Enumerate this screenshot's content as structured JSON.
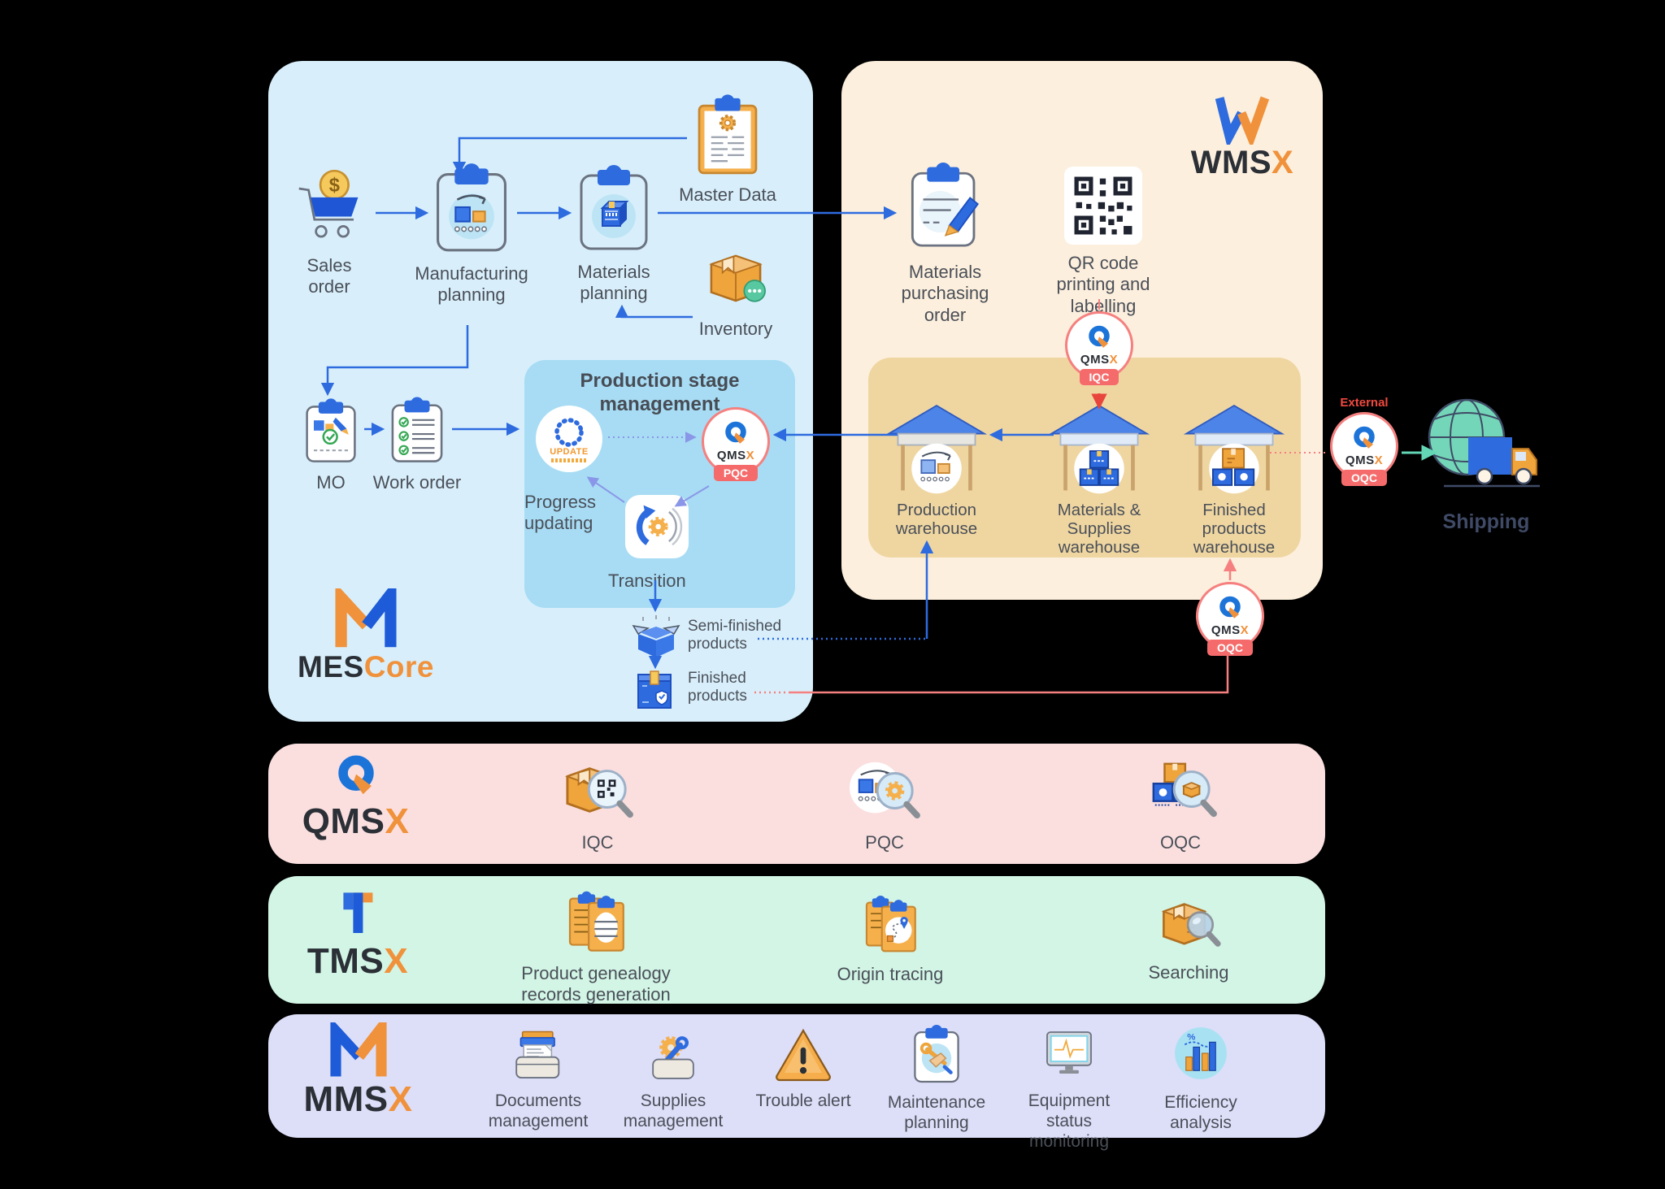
{
  "colors": {
    "accent_blue": "#2E6BDF",
    "accent_orange": "#F0913B",
    "salmon": "#F5807F",
    "alert_red": "#E8453C",
    "teal": "#6FD8BA",
    "mescore_bg": "#D8EFFB",
    "stage_bg": "#A7DCF4",
    "wmsx_bg": "#FCEFDD",
    "warehouse_bg": "#EFD6A1",
    "qmsx_row_bg": "#FBDFDF",
    "tmsx_row_bg": "#D2F5E5",
    "mmsx_row_bg": "#DDDEF8"
  },
  "mescore": {
    "logo": {
      "part1": "MES",
      "part2": "Core"
    },
    "sales_order": "Sales order",
    "manufacturing_planning": "Manufacturing planning",
    "materials_planning": "Materials planning",
    "master_data": "Master Data",
    "inventory": "Inventory",
    "mo": "MO",
    "work_order": "Work order",
    "production_stage": {
      "title": "Production stage management",
      "progress_updating": "Progress updating",
      "update_label": "UPDATE",
      "transition": "Transition"
    },
    "semi_finished_products": "Semi-finished products",
    "finished_products": "Finished products"
  },
  "wmsx": {
    "logo": {
      "part1": "WMS",
      "part2": "X"
    },
    "materials_purchasing_order": "Materials purchasing order",
    "qr_code_printing": "QR code printing and labelling",
    "warehouses": {
      "production": "Production warehouse",
      "materials_supplies": "Materials & Supplies warehouse",
      "finished_products": "Finished products warehouse"
    }
  },
  "badges": {
    "pqc": {
      "brand": "QMS",
      "x": "X",
      "tag": "PQC"
    },
    "iqc": {
      "brand": "QMS",
      "x": "X",
      "tag": "IQC"
    },
    "oqc_internal": {
      "brand": "QMS",
      "x": "X",
      "tag": "OQC"
    },
    "oqc_external": {
      "brand": "QMS",
      "x": "X",
      "tag": "OQC",
      "note": "External"
    }
  },
  "shipping": {
    "label": "Shipping"
  },
  "qmsx_row": {
    "logo": {
      "part1": "QMS",
      "part2": "X"
    },
    "items": [
      {
        "label": "IQC"
      },
      {
        "label": "PQC"
      },
      {
        "label": "OQC"
      }
    ]
  },
  "tmsx_row": {
    "logo": {
      "part1": "TMS",
      "part2": "X"
    },
    "items": [
      {
        "label": "Product genealogy records generation"
      },
      {
        "label": "Origin tracing"
      },
      {
        "label": "Searching"
      }
    ]
  },
  "mmsx_row": {
    "logo": {
      "part1": "MMS",
      "part2": "X"
    },
    "items": [
      {
        "label": "Documents management"
      },
      {
        "label": "Supplies management"
      },
      {
        "label": "Trouble alert"
      },
      {
        "label": "Maintenance planning"
      },
      {
        "label": "Equipment status monitoring"
      },
      {
        "label": "Efficiency analysis"
      }
    ]
  }
}
